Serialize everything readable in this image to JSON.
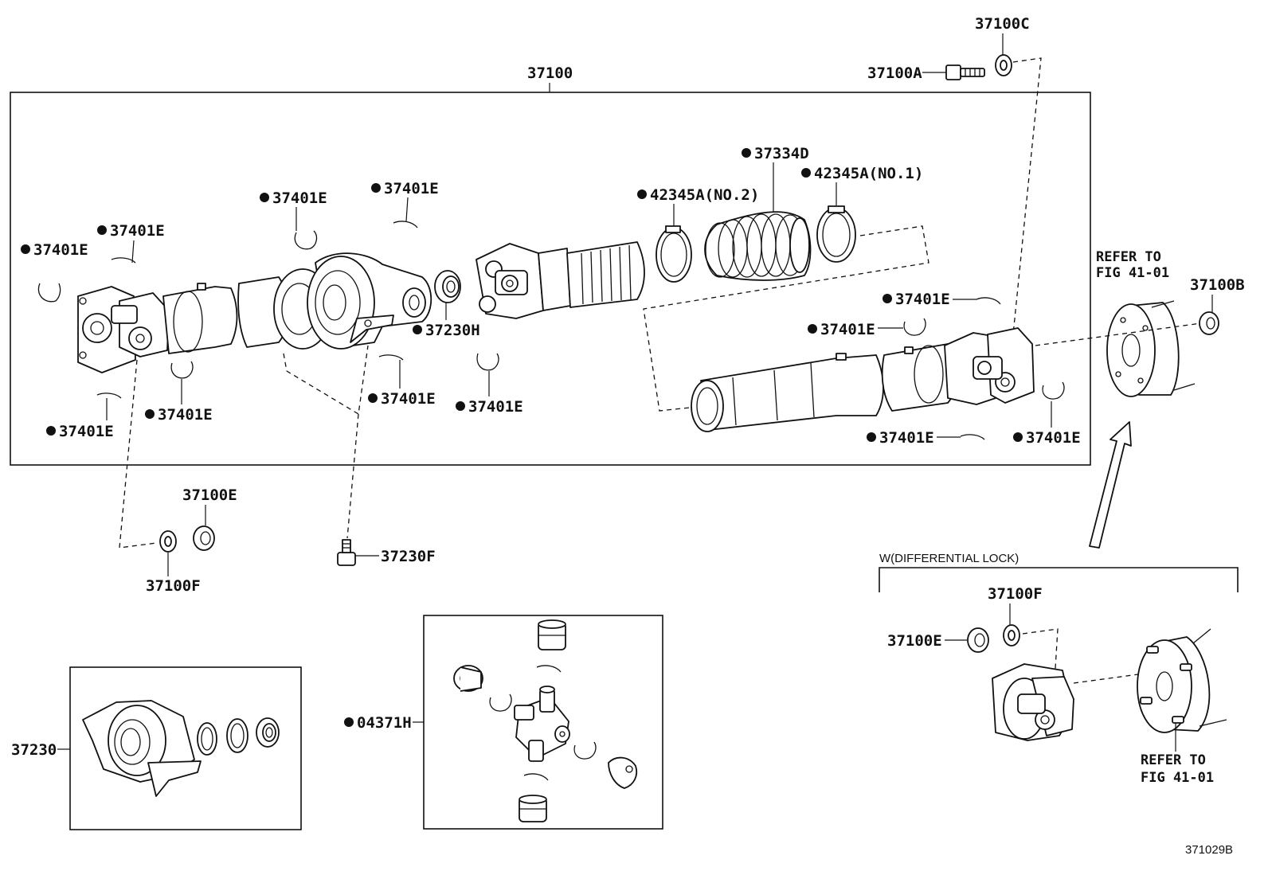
{
  "labels": {
    "assembly": "37100",
    "bolt_a": "37100A",
    "washer_c": "37100C",
    "nut_b": "37100B",
    "nut_e": "37100E",
    "washer_f": "37100F",
    "bolt_f": "37230F",
    "boot": "37334D",
    "clamp_no2": "42345A(NO.2)",
    "clamp_no1": "42345A(NO.1)",
    "bearing_h": "37230H",
    "snap_ring": "37401E",
    "center_bearing": "37230",
    "spider_kit": "04371H",
    "diff_nut_e": "37100E",
    "diff_washer_f": "37100F"
  },
  "notes": {
    "refer_top_line1": "REFER TO",
    "refer_top_line2": "FIG 41-01",
    "refer_bottom_line1": "REFER TO",
    "refer_bottom_line2": "FIG 41-01",
    "diff_lock": "W(DIFFERENTIAL LOCK)",
    "figure_id": "371029B"
  },
  "colors": {
    "line": "#111111",
    "background": "#ffffff"
  }
}
